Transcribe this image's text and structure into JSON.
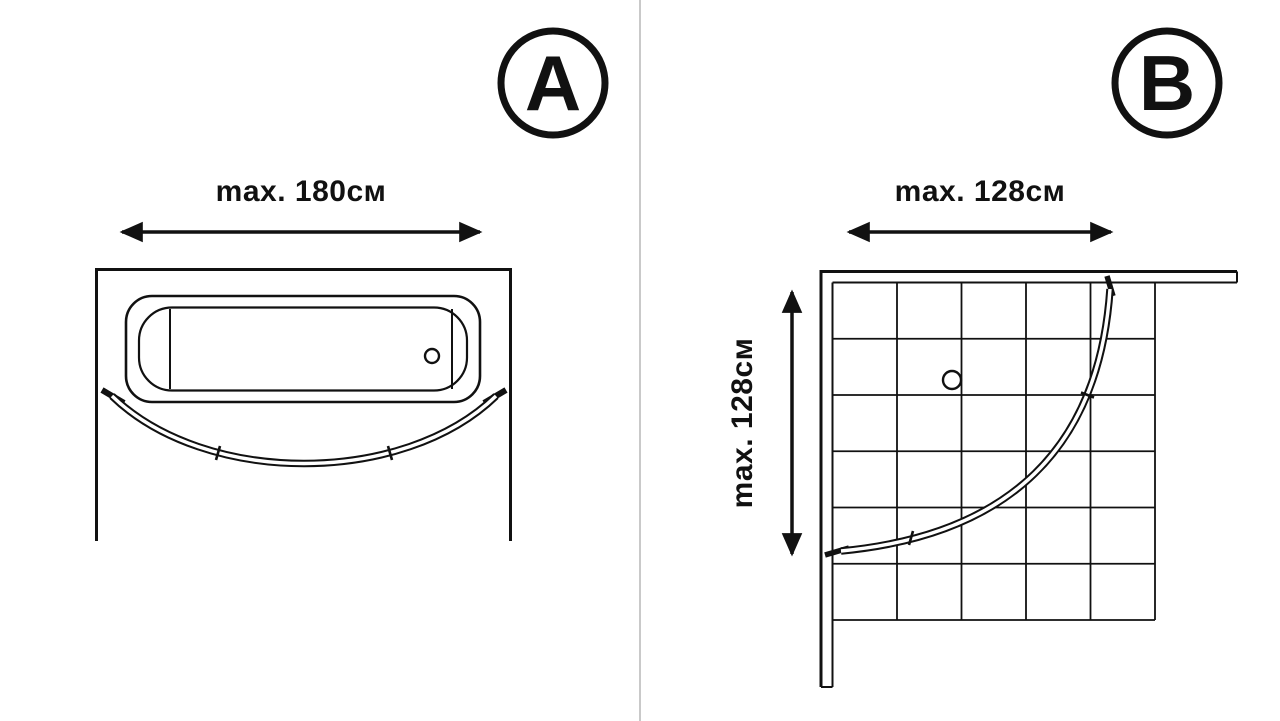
{
  "page": {
    "background": "#ffffff",
    "ink": "#111111",
    "divider_color": "#c9c9c9"
  },
  "panel_a": {
    "badge": "A",
    "width_label": "max. 180см"
  },
  "panel_b": {
    "badge": "B",
    "width_label": "max. 128см",
    "height_label": "max. 128см"
  }
}
